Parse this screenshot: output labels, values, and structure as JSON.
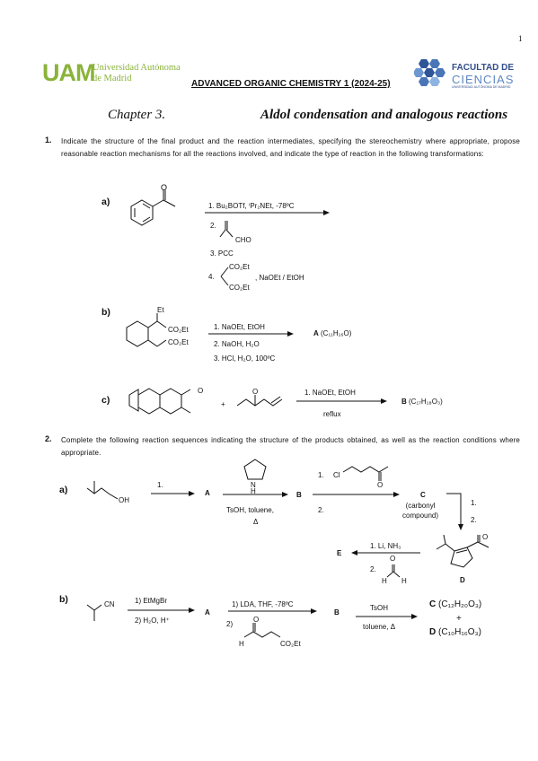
{
  "header": {
    "page_number": "1",
    "university_logo": "UAM",
    "university_name_line1": "Universidad Autónoma",
    "university_name_line2": "de Madrid",
    "course_title": "ADVANCED ORGANIC CHEMISTRY 1",
    "course_year": "(2024-25)",
    "faculty_line1": "FACULTAD DE",
    "faculty_line2": "CIENCIAS",
    "faculty_line3": "UNIVERSIDAD AUTÓNOMA DE MADRID"
  },
  "chapter": {
    "label": "Chapter 3.",
    "title": "Aldol condensation and analogous reactions"
  },
  "question1": {
    "number": "1.",
    "text": "Indicate the structure of the final product and the reaction intermediates, specifying the stereochemistry where appropriate, propose reasonable reaction mechanisms for all the reactions involved, and indicate the type of reaction in the following transformations:",
    "a": {
      "label": "a)",
      "step1": "1. Bu₂BOTf, ⁱPr₂NEt, -78ºC",
      "step2": "2.",
      "step2_group": "CHO",
      "step3": "3. PCC",
      "step4": "4.",
      "step4_group_top": "CO₂Et",
      "step4_group_bottom": "CO₂Et",
      "step4_reagents": ", NaOEt / EtOH"
    },
    "b": {
      "label": "b)",
      "sub_et": "Et",
      "sub_co2et_1": "CO₂Et",
      "sub_co2et_2": "CO₂Et",
      "step1": "1. NaOEt, EtOH",
      "step2": "2. NaOH, H₂O",
      "step3": "3. HCl, H₂O, 100ºC",
      "product_letter": "A",
      "product_formula": "(C₁₁H₁₆O)"
    },
    "c": {
      "label": "c)",
      "plus": "+",
      "ketone_o": "O",
      "reagent_o": "O",
      "step1": "1. NaOEt, EtOH",
      "step2": "reflux",
      "product_letter": "B",
      "product_formula": "(C₁₇H₁₈O₃)"
    }
  },
  "question2": {
    "number": "2.",
    "text": "Complete the following reaction sequences indicating the structure of the products obtained, as well as the reaction conditions where appropriate.",
    "a": {
      "label": "a)",
      "oh": "OH",
      "step_to_a": "1.",
      "A": "A",
      "amine_h": "H",
      "amine_n": "N",
      "cond_to_b": "TsOH, toluene,",
      "delta": "Δ",
      "B": "B",
      "step_to_c_1": "1.",
      "cl": "Cl",
      "ketone_o": "O",
      "step_to_c_2": "2.",
      "C": "C",
      "c_note_1": "(carbonyl",
      "c_note_2": "compound)",
      "down_1": "1.",
      "down_2": "2.",
      "D": "D",
      "d_o": "O",
      "E": "E",
      "e_step1": "1. Li, NH₃",
      "e_step2": "2.",
      "formaldehyde_o": "O",
      "formaldehyde_h1": "H",
      "formaldehyde_h2": "H"
    },
    "b": {
      "label": "b)",
      "cn": "CN",
      "step1": "1) EtMgBr",
      "step2": "2) H₂O, H⁺",
      "A": "A",
      "lda": "1) LDA, THF, -78ºC",
      "step2b": "2)",
      "aldehyde_h": "H",
      "aldehyde_o": "O",
      "aldehyde_co2et": "CO₂Et",
      "B": "B",
      "tsoh": "TsOH",
      "toluene": "toluene, Δ",
      "C": "C",
      "C_formula": "(C₁₂H₂₀O₃)",
      "plus": "+",
      "D": "D",
      "D_formula": "(C₁₀H₁₆O₃)"
    }
  }
}
